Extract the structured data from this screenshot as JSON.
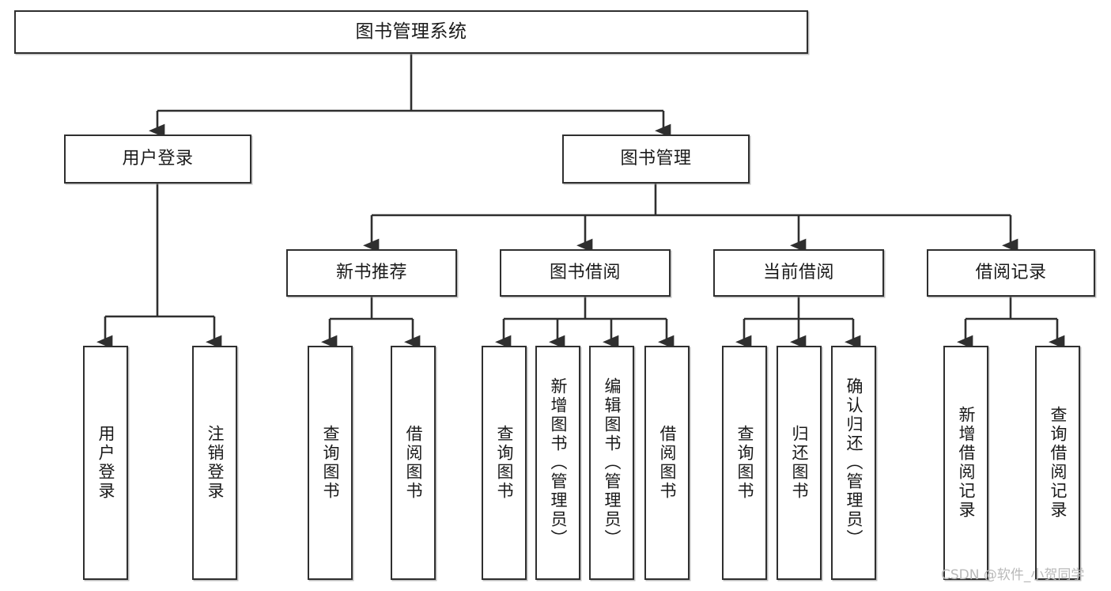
{
  "diagram": {
    "title": "图书管理系统",
    "type": "tree-hierarchy",
    "watermark": "CSDN @软件_小贺同学",
    "colors": {
      "box_border": "#2f2f2f",
      "box_fill": "#ffffff",
      "edge": "#2f2f2f",
      "text": "#1a1a1a",
      "watermark": "#b9b9b9"
    },
    "nodes": {
      "root": {
        "label": "图书管理系统",
        "level": 0
      },
      "l1": [
        {
          "label": "用户登录",
          "level": 1
        },
        {
          "label": "图书管理",
          "level": 1
        }
      ],
      "l2": [
        {
          "label": "新书推荐",
          "level": 2
        },
        {
          "label": "图书借阅",
          "level": 2
        },
        {
          "label": "当前借阅",
          "level": 2
        },
        {
          "label": "借阅记录",
          "level": 2
        }
      ],
      "leaves": [
        {
          "label": "用户登录",
          "parent": "用户登录"
        },
        {
          "label": "注销登录",
          "parent": "用户登录"
        },
        {
          "label": "查询图书",
          "parent": "新书推荐"
        },
        {
          "label": "借阅图书",
          "parent": "新书推荐"
        },
        {
          "label": "查询图书",
          "parent": "图书借阅"
        },
        {
          "label": "新增图书（管理员）",
          "parent": "图书借阅"
        },
        {
          "label": "编辑图书（管理员）",
          "parent": "图书借阅"
        },
        {
          "label": "借阅图书",
          "parent": "图书借阅"
        },
        {
          "label": "查询图书",
          "parent": "当前借阅"
        },
        {
          "label": "归还图书",
          "parent": "当前借阅"
        },
        {
          "label": "确认归还（管理员）",
          "parent": "当前借阅"
        },
        {
          "label": "新增借阅记录",
          "parent": "借阅记录"
        },
        {
          "label": "查询借阅记录",
          "parent": "借阅记录"
        }
      ]
    }
  }
}
